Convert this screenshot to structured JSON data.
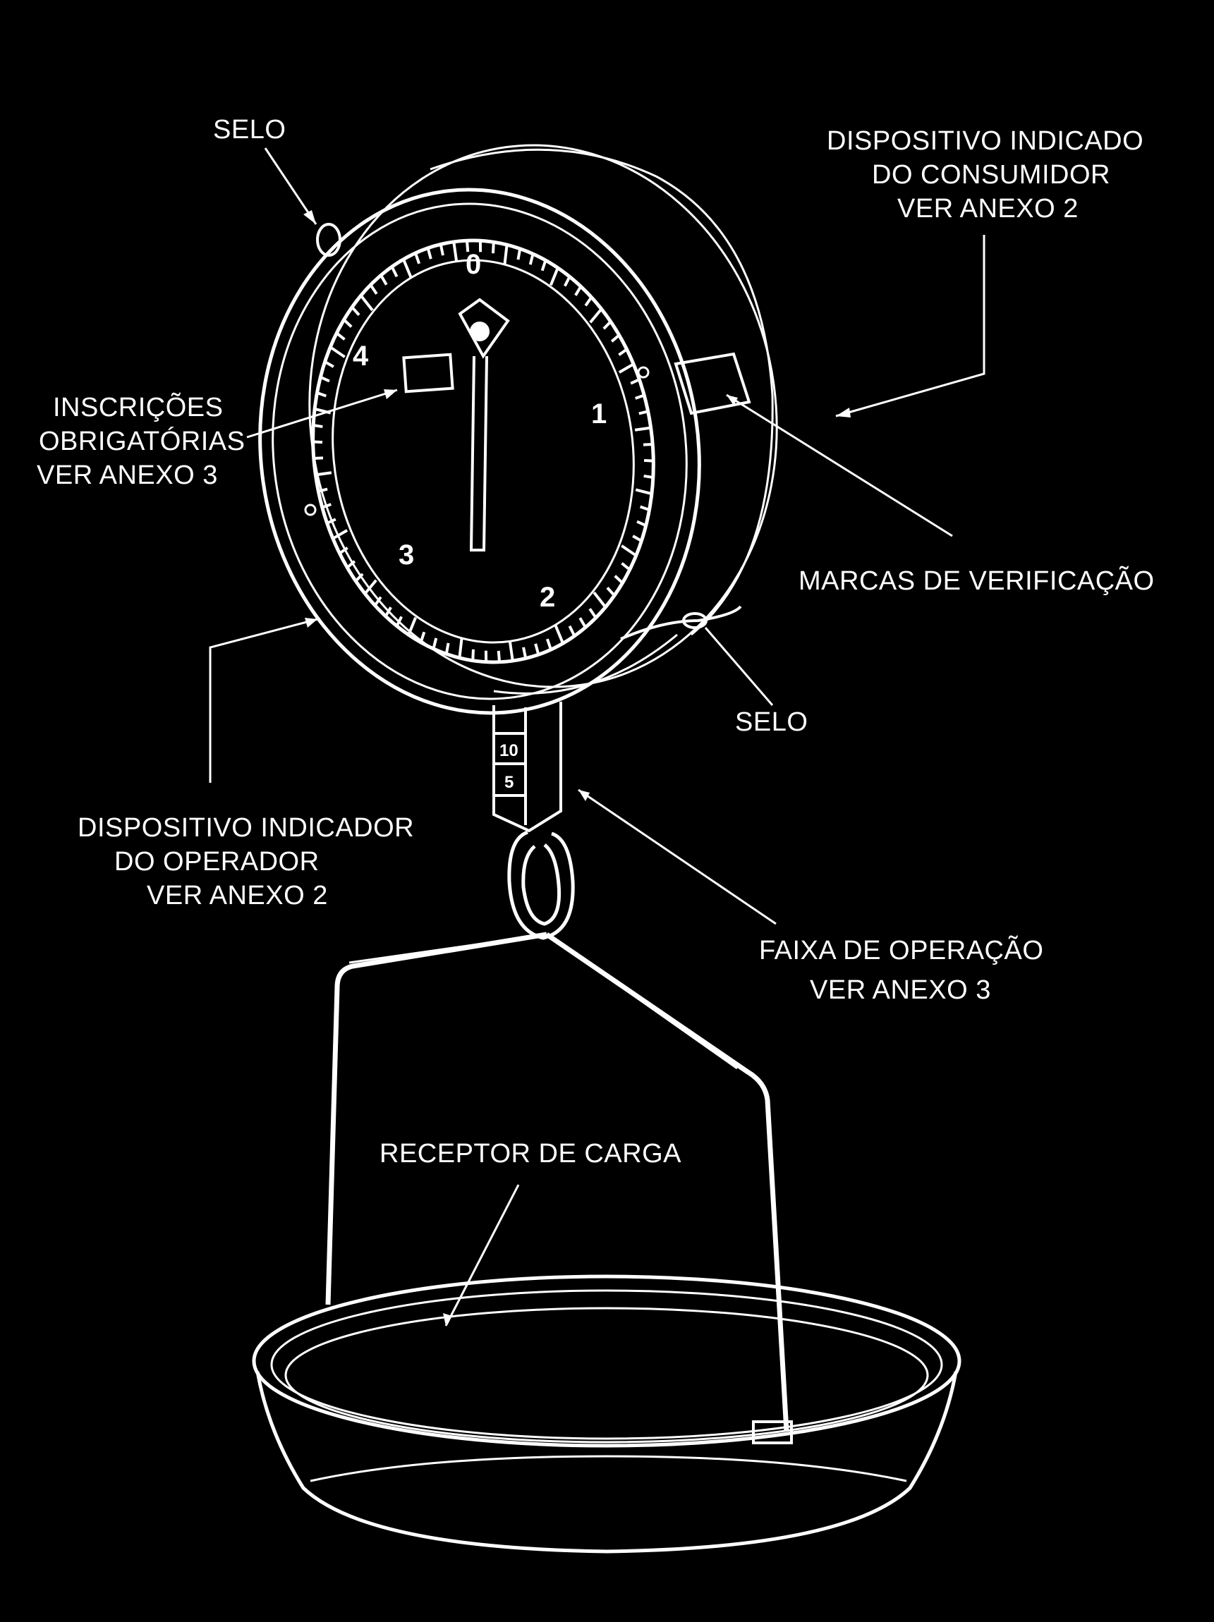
{
  "labels": {
    "selo_top": "SELO",
    "consumer_line1": "DISPOSITIVO INDICADO",
    "consumer_line2": "DO CONSUMIDOR",
    "consumer_line3": "VER ANEXO 2",
    "inscricoes_line1": "INSCRIÇÕES",
    "inscricoes_line2": "OBRIGATÓRIAS",
    "inscricoes_line3": "VER ANEXO 3",
    "marcas": "MARCAS DE VERIFICAÇÃO",
    "selo_bottom": "SELO",
    "operator_line1": "DISPOSITIVO INDICADOR",
    "operator_line2": "DO OPERADOR",
    "operator_line3": "VER ANEXO 2",
    "faixa_line1": "FAIXA DE OPERAÇÃO",
    "faixa_line2": "VER ANEXO 3",
    "receptor": "RECEPTOR DE CARGA"
  },
  "dial": {
    "numbers": [
      "0",
      "1",
      "2",
      "3",
      "4"
    ]
  },
  "band": {
    "numbers": [
      "10",
      "5"
    ]
  },
  "colors": {
    "background": "#000000",
    "ink": "#ffffff"
  }
}
